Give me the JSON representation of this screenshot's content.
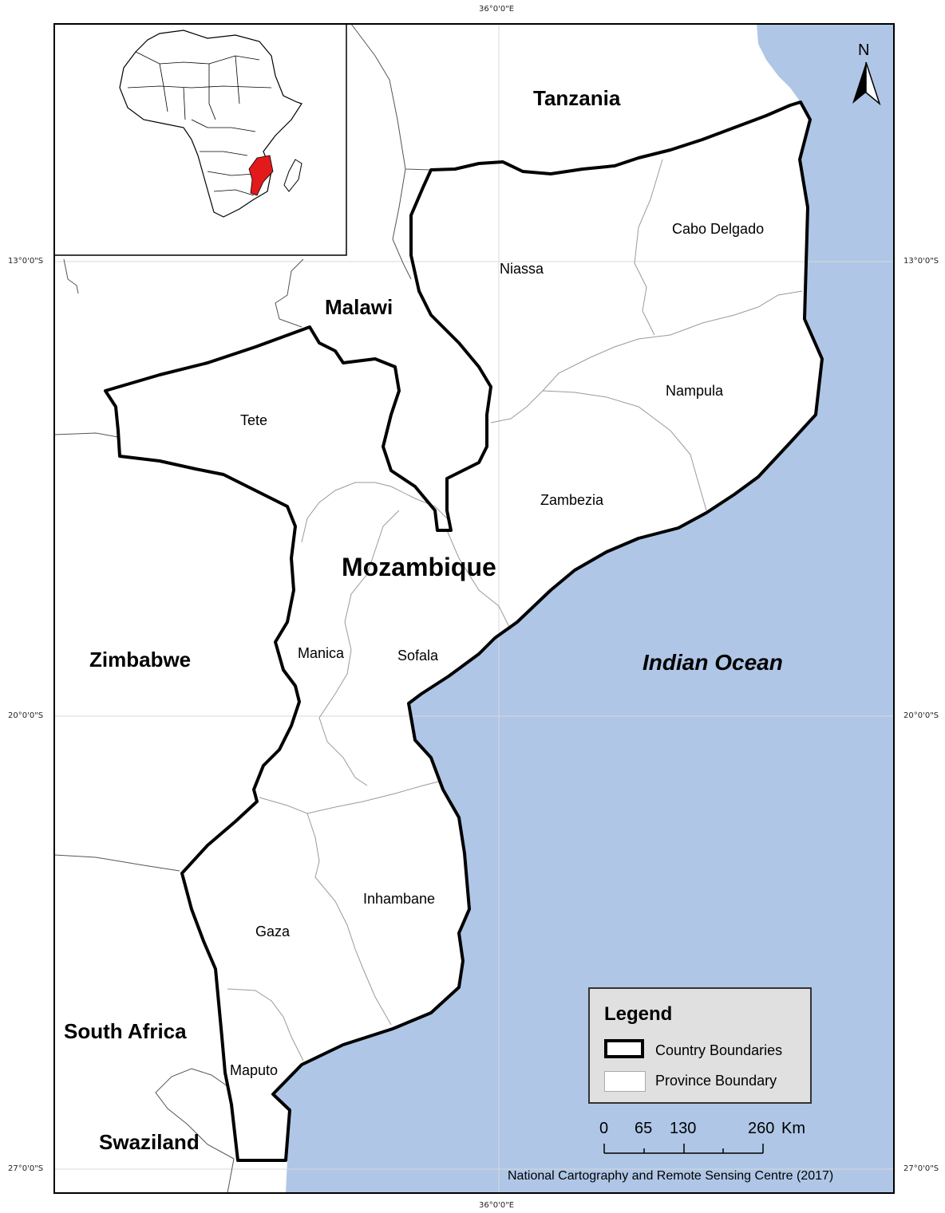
{
  "coordinates": {
    "top_lon": "36°0'0\"E",
    "bottom_lon": "36°0'0\"E",
    "lat_13_left": "13°0'0\"S",
    "lat_13_right": "13°0'0\"S",
    "lat_20_left": "20°0'0\"S",
    "lat_20_right": "20°0'0\"S",
    "lat_27_left": "27°0'0\"S",
    "lat_27_right": "27°0'0\"S"
  },
  "countries": {
    "tanzania": "Tanzania",
    "malawi": "Malawi",
    "mozambique": "Mozambique",
    "zimbabwe": "Zimbabwe",
    "south_africa": "South Africa",
    "swaziland": "Swaziland"
  },
  "ocean": "Indian Ocean",
  "provinces": {
    "cabo_delgado": "Cabo Delgado",
    "niassa": "Niassa",
    "nampula": "Nampula",
    "tete": "Tete",
    "zambezia": "Zambezia",
    "manica": "Manica",
    "sofala": "Sofala",
    "inhambane": "Inhambane",
    "gaza": "Gaza",
    "maputo": "Maputo"
  },
  "north_arrow": "N",
  "legend": {
    "title": "Legend",
    "country_boundaries": "Country Boundaries",
    "province_boundary": "Province Boundary"
  },
  "scale": {
    "ticks": [
      "0",
      "65",
      "130",
      "260"
    ],
    "unit": "Km"
  },
  "credit": "National Cartography and Remote Sensing Centre (2017)",
  "colors": {
    "ocean": "#afc6e6",
    "highlight": "#e31a1c",
    "land": "#ffffff"
  },
  "icons": {
    "north_arrow": "north-arrow-icon"
  }
}
